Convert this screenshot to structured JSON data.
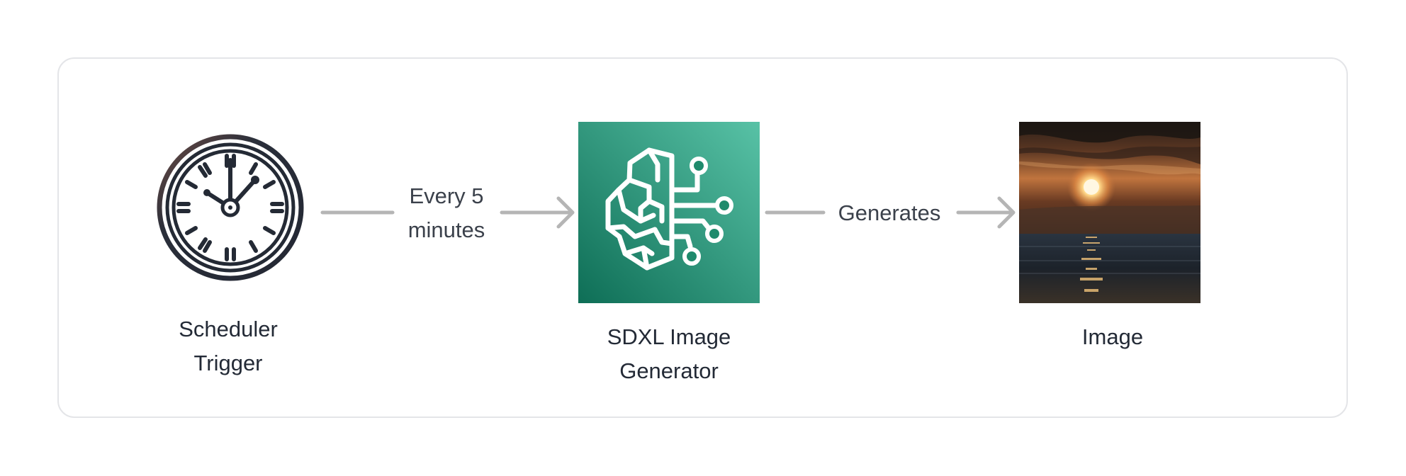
{
  "diagram": {
    "nodes": [
      {
        "id": "scheduler",
        "label_line1": "Scheduler",
        "label_line2": "Trigger",
        "icon": "clock-icon"
      },
      {
        "id": "sdxl",
        "label_line1": "SDXL Image",
        "label_line2": "Generator",
        "icon": "brain-circuit-icon",
        "colors": {
          "start": "#58c2a6",
          "end": "#0e6e56"
        }
      },
      {
        "id": "image",
        "label": "Image",
        "icon": "sunset-photo-thumbnail"
      }
    ],
    "edges": [
      {
        "from": "scheduler",
        "to": "sdxl",
        "label_line1": "Every 5",
        "label_line2": "minutes"
      },
      {
        "from": "sdxl",
        "to": "image",
        "label": "Generates"
      }
    ],
    "colors": {
      "arrow": "#b5b5b5",
      "frame_border": "#e4e5e8",
      "text": "#232a36"
    }
  }
}
